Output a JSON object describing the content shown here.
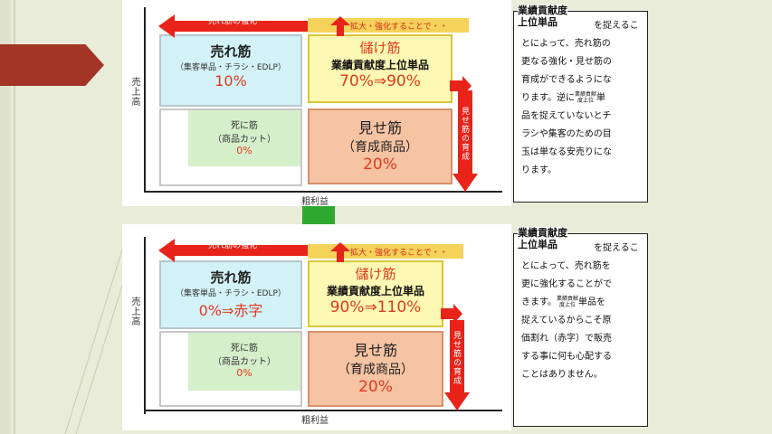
{
  "top": {
    "arrow_top_label": "売れ筋の強化",
    "arrow_expand_label": "拡大・強化することで・・",
    "arrow_side_label": "見せ筋の育成",
    "y_axis": "売上高",
    "x_axis": "粗利益",
    "q1": {
      "title": "売れ筋",
      "sub": "（集客単品・チラシ・EDLP）",
      "pct": "10%"
    },
    "q2": {
      "title": "儲け筋",
      "sub": "業績貢献度上位単品",
      "pct": "70%⇒90%"
    },
    "q3": {
      "title": "死に筋",
      "sub": "（商品カット）",
      "pct": "0%"
    },
    "q4": {
      "title": "見せ筋",
      "sub": "（育成商品）",
      "pct": "20%"
    }
  },
  "bottom": {
    "arrow_top_label": "売れ筋の強化",
    "arrow_expand_label": "拡大・強化することで・・",
    "arrow_side_label": "見せ筋の育成",
    "y_axis": "売上高",
    "x_axis": "粗利益",
    "q1": {
      "title": "売れ筋",
      "sub": "（集客単品・チラシ・EDLP）",
      "pct": "0%⇒赤字"
    },
    "q2": {
      "title": "儲け筋",
      "sub": "業績貢献度上位単品",
      "pct": "90%⇒110%"
    },
    "q3": {
      "title": "死に筋",
      "sub": "（商品カット）",
      "pct": "0%"
    },
    "q4": {
      "title": "見せ筋",
      "sub": "（育成商品）",
      "pct": "20%"
    }
  },
  "note_top": {
    "head1": "業績貢献度",
    "head2": "上位単品",
    "lines": [
      "を捉えるこ",
      "とによって、売れ筋の",
      "更なる強化・見せ筋の",
      "育成ができるようにな",
      "ります。逆に",
      "単",
      "品を捉えていないとチ",
      "ラシや集客のための目",
      "玉は単なる安売りにな",
      "ります。"
    ],
    "sup1": "業績貢献",
    "sup2": "度上位"
  },
  "note_bottom": {
    "head1": "業績貢献度",
    "head2": "上位単品",
    "lines": [
      "を捉えるこ",
      "とによって、売れ筋を",
      "更に強化することがで",
      "きます。",
      "単品を",
      "捉えているからこそ原",
      "価割れ（赤字）で販売",
      "する事に何も心配する",
      "ことはありません。"
    ],
    "sup1": "業績貢献",
    "sup2": "度上位"
  },
  "colors": {
    "red": "#e8231a",
    "blue_box": "#d2f2f7",
    "green_box": "#d5efcb",
    "yellow_box": "#fdf8b3",
    "orange_box": "#f6c3a3",
    "green_arrow": "#2fa82f"
  }
}
